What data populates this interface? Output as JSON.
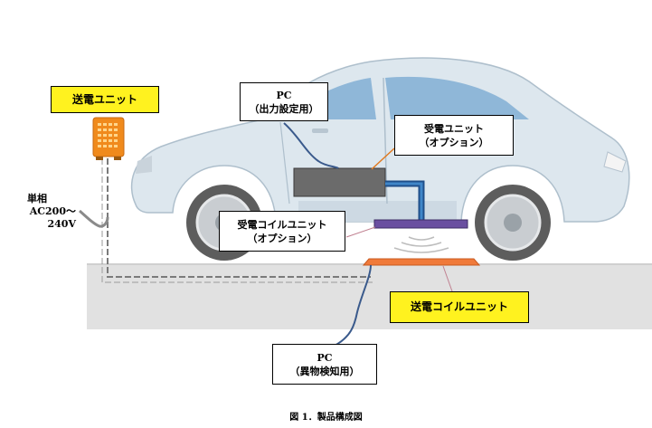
{
  "labels": {
    "tx_unit": "送電ユニット",
    "pc_output_title": "PC",
    "pc_output_sub": "（出力設定用）",
    "rx_unit_title": "受電ユニット",
    "rx_unit_sub": "（オプション）",
    "rx_coil_title": "受電コイルユニット",
    "rx_coil_sub": "（オプション）",
    "tx_coil": "送電コイルユニット",
    "phase": "単相",
    "voltage": "AC200～240V",
    "pc_detect_title": "PC",
    "pc_detect_sub": "（異物検知用）"
  },
  "caption": "図 1．製品構成図",
  "colors": {
    "label_yellow": "#fff21f",
    "car_body": "#dfe8ee",
    "window": "#8fb8da",
    "ground": "#e0e0e0",
    "tx_unit": "#f08a1c",
    "rx_unit": "#6b6b6b",
    "rx_coil": "#6a4fa0",
    "tx_coil": "#f07a3a",
    "cable_blue": "#3a5a8c",
    "duct_blue": "#2f6fa8"
  }
}
